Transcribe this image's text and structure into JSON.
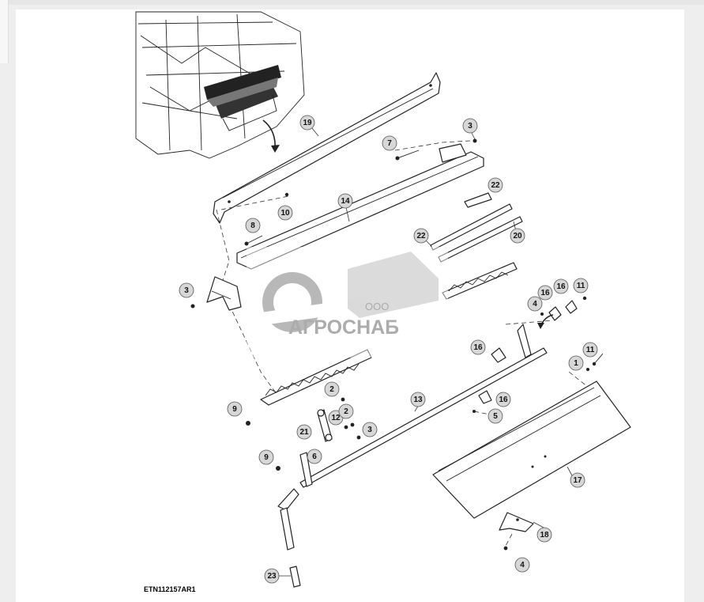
{
  "figure_id": "ETN112157AR1",
  "watermark": {
    "company_prefix": "ООО",
    "company_name": "АГРОСНАБ",
    "color": "#8a8a8a"
  },
  "callouts": [
    "19",
    "3",
    "7",
    "10",
    "14",
    "22",
    "8",
    "22",
    "20",
    "3",
    "16",
    "16",
    "11",
    "4",
    "16",
    "11",
    "1",
    "9",
    "2",
    "12",
    "2",
    "21",
    "3",
    "13",
    "16",
    "5",
    "9",
    "6",
    "17",
    "18",
    "4",
    "23"
  ],
  "colors": {
    "callout_fill": "#d7d7d7",
    "line": "#222222",
    "background": "#ffffff"
  }
}
